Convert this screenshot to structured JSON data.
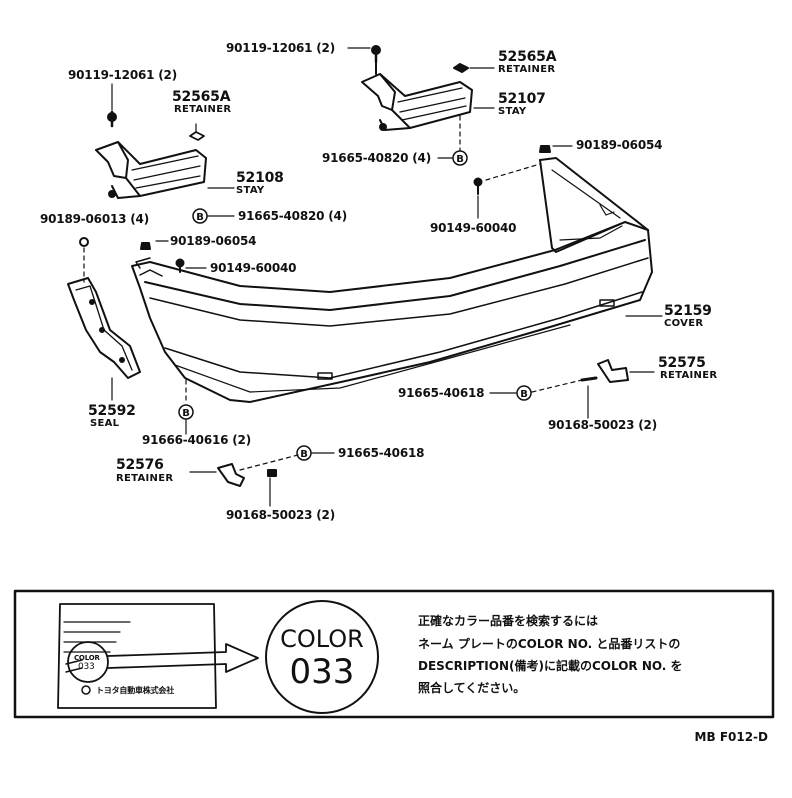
{
  "callouts": {
    "c1": "90119-12061 (2)",
    "c2": "52565A",
    "c2s": "RETAINER",
    "c3": "90119-12061 (2)",
    "c4": "52565A",
    "c4s": "RETAINER",
    "c5": "52107",
    "c5s": "STAY",
    "c6": "91665-40820 (4)",
    "c7": "90189-06054",
    "c8": "52108",
    "c8s": "STAY",
    "c9": "91665-40820 (4)",
    "c10": "90189-06013 (4)",
    "c11": "90149-60040",
    "c12": "90189-06054",
    "c13": "90149-60040",
    "c14": "52159",
    "c14s": "COVER",
    "c15": "52575",
    "c15s": "RETAINER",
    "c16": "91665-40618",
    "c17": "90168-50023 (2)",
    "c18": "52592",
    "c18s": "SEAL",
    "c19": "91666-40616 (2)",
    "c20": "52576",
    "c20s": "RETAINER",
    "c21": "91665-40618",
    "c22": "90168-50023 (2)"
  },
  "note": {
    "plate_code": "033",
    "plate_color": "COLOR",
    "circle_top": "COLOR",
    "circle_num": "033",
    "line1": "正確なカラー品番を検索するには",
    "line2": "ネーム プレートのCOLOR NO. と品番リストの",
    "line3": "DESCRIPTION(備考)に記載のCOLOR NO. を",
    "line4": "照合してください。",
    "plate_bottom": "トヨタ自動車株式会社"
  },
  "footer": "MB  F012-D"
}
